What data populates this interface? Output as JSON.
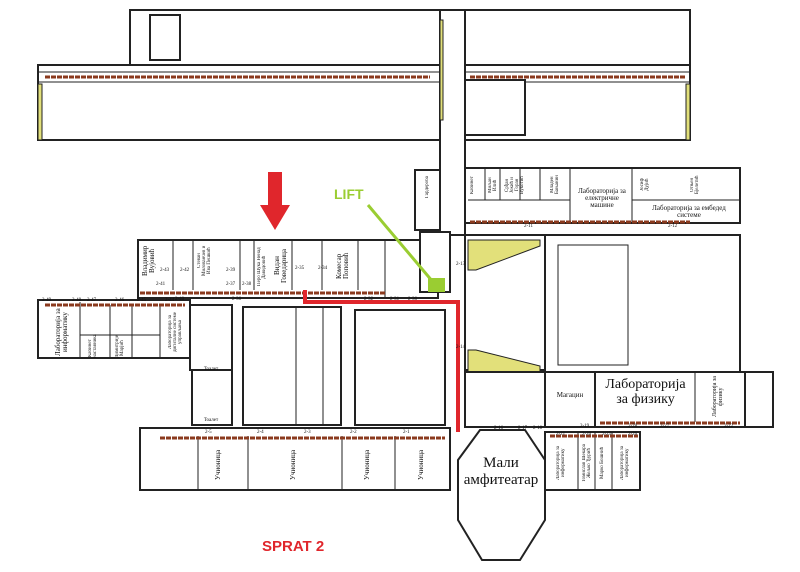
{
  "title": "SPRAT 2",
  "lift_label": "LIFT",
  "colors": {
    "route": "#e0262c",
    "lift": "#9acd32",
    "arrow": "#e0262c",
    "wall_accent": "#e2e07a",
    "brick": "#8b3a1e"
  },
  "rooms": {
    "vladimir_vujovic": "Владимир Вујовић",
    "stevan_milovancev": "Стеван Милованчев и Ива Пешкић",
    "perko_suka": "Перо Шука Ненад Давидовић",
    "vidan_govedarica": "Видан Говедарица",
    "komesar_popovic": "Комесар Поповић",
    "lab_info_left": "Лабораторија за информатику",
    "lab_digital": "Лабораторија за дигиталне системе управљања",
    "dimitrije_marjic": "Димитрије Марјић",
    "small_offices_left": "Кабинет наставника",
    "toilet": "Тоалет",
    "classroom": "Учионица",
    "garderoba": "Гардероба",
    "kabinet_1": "Кабинет",
    "kabinet_2": "Миљан Илић",
    "srdjan_jokic": "Срђан Јокић и Горан Вукотић",
    "mladen_banjanin": "Младен Бањанин",
    "lab_electric": "Лабораторија за електричне машине",
    "josif_dujic": "Јосиф Дујић",
    "office_right": "Огњен Бјелетић",
    "lab_embedded": "Лабораторија за ембедед системе",
    "magacin": "Магацин",
    "lab_physics": "Лабораторија за физику",
    "lab_physics_small": "Лабораторија за физику",
    "lab_info_r1": "Лабораторија за информатику",
    "tomislav": "Томислав Шекара Жељко Ђурић",
    "marko_bosnic": "Марко Бошнић",
    "lab_info_r2": "Лабораторија за информатику",
    "amphitheater": "Мали амфитеатар"
  },
  "room_numbers": [
    "2-43",
    "2-41",
    "2-42",
    "2-39",
    "2-38",
    "2-37",
    "2-35",
    "2-34",
    "2-40",
    "2-36",
    "2-32",
    "2-31",
    "2-30",
    "2-49",
    "2-48",
    "2-47",
    "2-46",
    "2-45",
    "2-44",
    "2-5",
    "2-4",
    "2-3",
    "2-2",
    "2-1",
    "2-11",
    "2-12",
    "2-13",
    "2-14",
    "2-16",
    "2-17",
    "2-18",
    "2-19",
    "2-20",
    "2-21",
    "2-22",
    "2-25",
    "2-26",
    "2-27",
    "2-28"
  ]
}
